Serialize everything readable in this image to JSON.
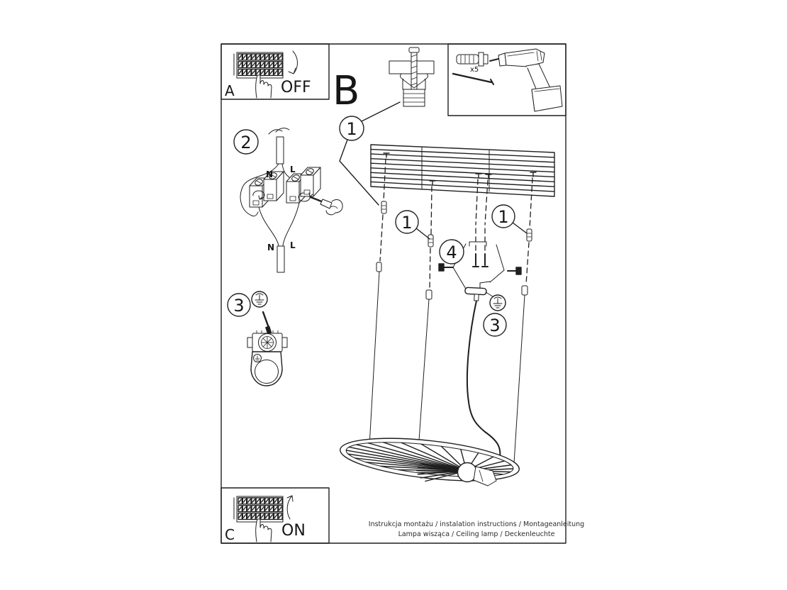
{
  "sections": {
    "a_label": "A",
    "a_state": "OFF",
    "b_label": "B",
    "c_label": "C",
    "c_state": "ON"
  },
  "kit": {
    "anchor_qty": "x5"
  },
  "callouts": {
    "one": "1",
    "two": "2",
    "three": "3",
    "four": "4"
  },
  "wiring": {
    "neutral": "N",
    "live": "L"
  },
  "footer": {
    "line1": "Instrukcja montażu / instalation instructions / Montageanleitung",
    "line2": "Lampa wisząca / Ceiling lamp / Deckenleuchte"
  },
  "colors": {
    "ink": "#1f1f1f",
    "paper": "#ffffff"
  }
}
